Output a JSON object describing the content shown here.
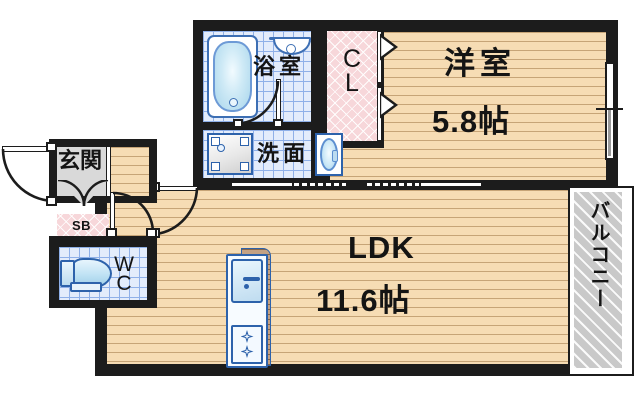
{
  "plan": {
    "type": "japanese-floor-plan",
    "layout_name": "1LDK",
    "rooms": [
      {
        "id": "washitsu",
        "label": "洋室",
        "area_label": "5.8帖",
        "area_jo": 5.8,
        "floor": "wood"
      },
      {
        "id": "ldk",
        "label": "LDK",
        "area_label": "11.6帖",
        "area_jo": 11.6,
        "floor": "wood"
      },
      {
        "id": "bathroom",
        "label": "浴室",
        "area_label": "",
        "floor": "tile"
      },
      {
        "id": "washroom",
        "label": "洗面",
        "area_label": "",
        "floor": "tile"
      },
      {
        "id": "toilet",
        "label": "WC",
        "area_label": "",
        "floor": "tile"
      },
      {
        "id": "entrance",
        "label": "玄関",
        "area_label": "",
        "floor": "gray"
      },
      {
        "id": "closet",
        "label": "CL",
        "area_label": "",
        "floor": "closet"
      },
      {
        "id": "shoebox",
        "label": "SB",
        "area_label": "",
        "floor": "closet"
      },
      {
        "id": "balcony",
        "label": "バルコニー",
        "area_label": "",
        "floor": "balcony"
      }
    ],
    "labels": {
      "bedroom_name": "洋室",
      "bedroom_area": "5.8帖",
      "ldk_name": "LDK",
      "ldk_area": "11.6帖",
      "bathroom": "浴室",
      "washroom": "洗面",
      "toilet_line1": "W",
      "toilet_line2": "C",
      "entrance": "玄関",
      "closet_line1": "C",
      "closet_line2": "L",
      "shoebox": "SB",
      "balcony": "バルコニー"
    },
    "colors": {
      "wall": "#1c1c1c",
      "wood_floor": "#f6dcb4",
      "tile_floor": "#e3ecfb",
      "closet_fill": "#f7d7da",
      "entrance_fill": "#d9d9d9",
      "balcony_fill": "#c9c9c9",
      "fixture_blue": "#2d62ab",
      "text": "#141414",
      "background": "#ffffff"
    },
    "fixtures": [
      {
        "name": "bathtub",
        "room": "bathroom"
      },
      {
        "name": "shower",
        "room": "bathroom"
      },
      {
        "name": "washbasin",
        "room": "washroom"
      },
      {
        "name": "washing-machine-pan",
        "room": "washroom"
      },
      {
        "name": "toilet",
        "room": "toilet"
      },
      {
        "name": "kitchen-sink",
        "room": "ldk"
      },
      {
        "name": "gas-stove",
        "room": "ldk"
      }
    ],
    "openings": [
      {
        "name": "front-door",
        "type": "swing-door",
        "room": "entrance"
      },
      {
        "name": "entrance-hall-door",
        "type": "double-swing",
        "room": "entrance"
      },
      {
        "name": "hall-to-ldk-door",
        "type": "swing-door",
        "room": "ldk"
      },
      {
        "name": "toilet-door",
        "type": "swing-door",
        "room": "toilet"
      },
      {
        "name": "bathroom-door",
        "type": "swing-door",
        "room": "bathroom"
      },
      {
        "name": "washroom-sliding-door",
        "type": "sliding-door",
        "room": "washroom"
      },
      {
        "name": "bedroom-sliding-door",
        "type": "sliding-door",
        "room": "washitsu"
      },
      {
        "name": "closet-folding-doors",
        "type": "folding-door",
        "room": "closet"
      },
      {
        "name": "bedroom-window",
        "type": "window",
        "room": "washitsu"
      },
      {
        "name": "balcony-window",
        "type": "window",
        "room": "ldk"
      }
    ]
  }
}
